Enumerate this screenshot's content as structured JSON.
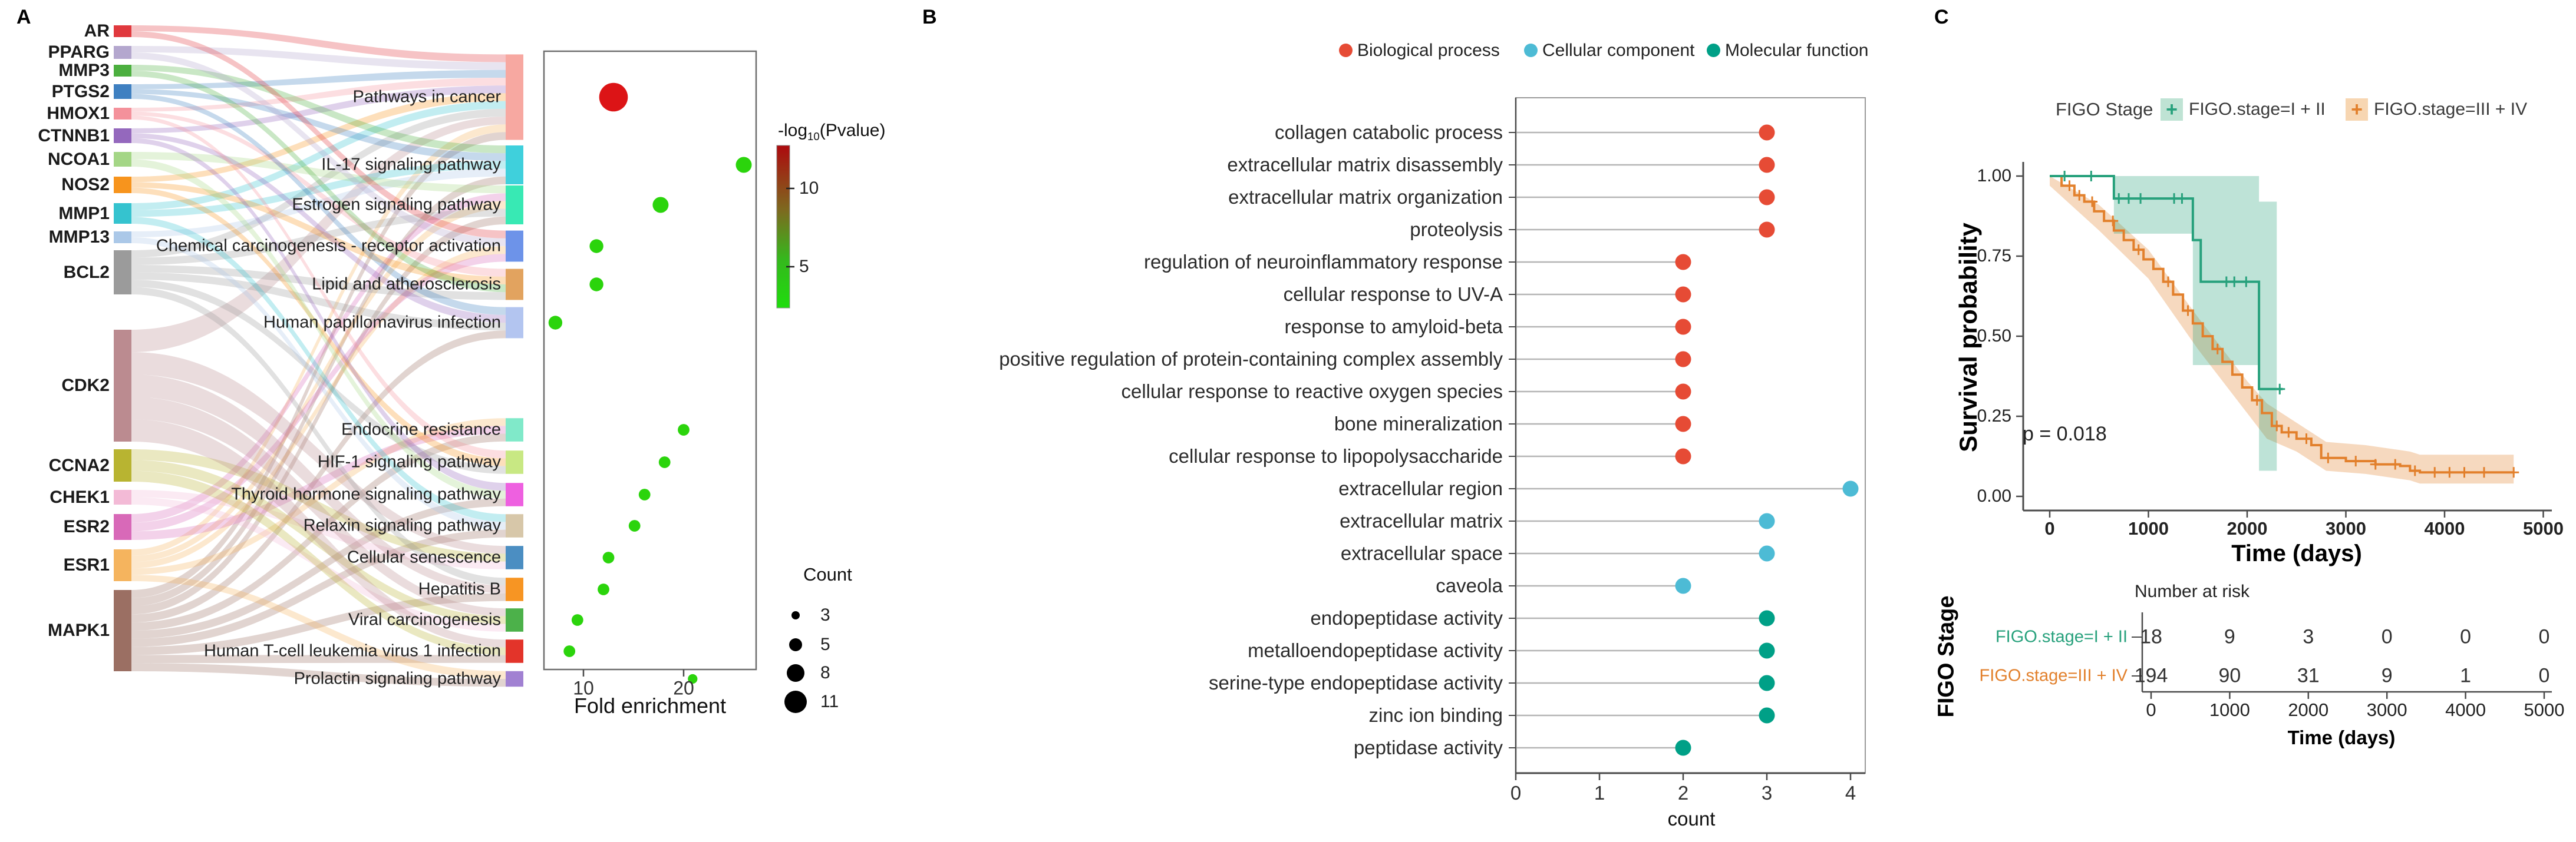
{
  "panelA": {
    "label": "A",
    "genes": [
      {
        "name": "AR",
        "color": "#e0393e"
      },
      {
        "name": "PPARG",
        "color": "#b4a7ce"
      },
      {
        "name": "MMP3",
        "color": "#4caf3f"
      },
      {
        "name": "PTGS2",
        "color": "#3f80c1"
      },
      {
        "name": "HMOX1",
        "color": "#f4919b"
      },
      {
        "name": "CTNNB1",
        "color": "#9468bd"
      },
      {
        "name": "NCOA1",
        "color": "#a4d686"
      },
      {
        "name": "NOS2",
        "color": "#f7941d"
      },
      {
        "name": "MMP1",
        "color": "#35c3cf"
      },
      {
        "name": "MMP13",
        "color": "#abc8e8"
      },
      {
        "name": "BCL2",
        "color": "#9b9b9b"
      },
      {
        "name": "CDK2",
        "color": "#bb8b90"
      },
      {
        "name": "CCNA2",
        "color": "#b8b431"
      },
      {
        "name": "CHEK1",
        "color": "#f3bad6"
      },
      {
        "name": "ESR2",
        "color": "#d869b8"
      },
      {
        "name": "ESR1",
        "color": "#f5b45e"
      },
      {
        "name": "MAPK1",
        "color": "#9b6f63"
      }
    ],
    "links": [
      [
        0,
        0
      ],
      [
        1,
        0
      ],
      [
        3,
        0
      ],
      [
        4,
        0
      ],
      [
        5,
        0
      ],
      [
        7,
        0
      ],
      [
        8,
        0
      ],
      [
        10,
        0
      ],
      [
        11,
        0
      ],
      [
        15,
        0
      ],
      [
        16,
        0
      ],
      [
        2,
        1
      ],
      [
        3,
        1
      ],
      [
        8,
        1
      ],
      [
        9,
        1
      ],
      [
        16,
        1
      ],
      [
        6,
        2
      ],
      [
        14,
        2
      ],
      [
        15,
        2
      ],
      [
        10,
        2
      ],
      [
        16,
        2
      ],
      [
        0,
        3
      ],
      [
        1,
        3
      ],
      [
        15,
        3
      ],
      [
        14,
        3
      ],
      [
        4,
        4
      ],
      [
        7,
        4
      ],
      [
        2,
        4
      ],
      [
        10,
        4
      ],
      [
        3,
        5
      ],
      [
        5,
        5
      ],
      [
        10,
        5
      ],
      [
        16,
        5
      ],
      [
        15,
        6
      ],
      [
        14,
        6
      ],
      [
        16,
        6
      ],
      [
        4,
        7
      ],
      [
        7,
        7
      ],
      [
        10,
        7
      ],
      [
        5,
        8
      ],
      [
        6,
        8
      ],
      [
        16,
        8
      ],
      [
        8,
        9
      ],
      [
        9,
        9
      ],
      [
        16,
        9
      ],
      [
        11,
        10
      ],
      [
        12,
        10
      ],
      [
        13,
        10
      ],
      [
        10,
        11
      ],
      [
        11,
        11
      ],
      [
        16,
        11
      ],
      [
        11,
        12
      ],
      [
        12,
        12
      ],
      [
        13,
        12
      ],
      [
        11,
        13
      ],
      [
        12,
        13
      ],
      [
        16,
        13
      ],
      [
        15,
        14
      ],
      [
        16,
        14
      ]
    ],
    "chart_data": {
      "type": "scatter",
      "title": "KEGG pathway enrichment",
      "xlabel": "Fold enrichment",
      "xticks": [
        10,
        20
      ],
      "rows": [
        {
          "name": "Pathways in cancer",
          "color": "#f7a8a1",
          "fold": 13.0,
          "count": 11,
          "neg_log10_pvalue": 12
        },
        {
          "name": "IL-17 signaling pathway",
          "color": "#3fd0dc",
          "fold": 26.0,
          "count": 5,
          "neg_log10_pvalue": 6
        },
        {
          "name": "Estrogen signaling pathway",
          "color": "#38e9b4",
          "fold": 17.7,
          "count": 5,
          "neg_log10_pvalue": 5
        },
        {
          "name": "Chemical carcinogenesis - receptor activation",
          "color": "#6d93e9",
          "fold": 11.3,
          "count": 4,
          "neg_log10_pvalue": 4
        },
        {
          "name": "Lipid and atherosclerosis",
          "color": "#e2a35f",
          "fold": 11.3,
          "count": 4,
          "neg_log10_pvalue": 4
        },
        {
          "name": "Human papillomavirus infection",
          "color": "#b3c5f0",
          "fold": 7.2,
          "count": 4,
          "neg_log10_pvalue": 3
        },
        {
          "name": "Endocrine resistance",
          "color": "#80e9c9",
          "fold": 20.0,
          "count": 3,
          "neg_log10_pvalue": 4
        },
        {
          "name": "HIF-1 signaling pathway",
          "color": "#c8e883",
          "fold": 18.1,
          "count": 3,
          "neg_log10_pvalue": 4
        },
        {
          "name": "Thyroid hormone signaling pathway",
          "color": "#ee60e0",
          "fold": 16.1,
          "count": 3,
          "neg_log10_pvalue": 3
        },
        {
          "name": "Relaxin signaling pathway",
          "color": "#d7c7a9",
          "fold": 15.1,
          "count": 3,
          "neg_log10_pvalue": 3
        },
        {
          "name": "Cellular senescence",
          "color": "#4b8ec2",
          "fold": 12.5,
          "count": 3,
          "neg_log10_pvalue": 3
        },
        {
          "name": "Hepatitis B",
          "color": "#f79523",
          "fold": 12.0,
          "count": 3,
          "neg_log10_pvalue": 3
        },
        {
          "name": "Viral carcinogenesis",
          "color": "#4cb14a",
          "fold": 9.4,
          "count": 3,
          "neg_log10_pvalue": 3
        },
        {
          "name": "Human T-cell leukemia virus 1 infection",
          "color": "#e3342a",
          "fold": 8.6,
          "count": 3,
          "neg_log10_pvalue": 3
        },
        {
          "name": "Prolactin signaling pathway",
          "color": "#a181d2",
          "fold": 20.9,
          "count": 2,
          "neg_log10_pvalue": 3
        }
      ]
    },
    "xlabel": "Fold enrichment",
    "color_legend": {
      "title_prefix": "-log",
      "title_sub": "10",
      "title_suffix": "(Pvalue)",
      "ticks": [
        10,
        5
      ]
    },
    "size_legend": {
      "title": "Count",
      "sizes": [
        3,
        5,
        8,
        11
      ]
    }
  },
  "panelB": {
    "label": "B",
    "legend": [
      {
        "label": "Biological process",
        "color": "#E64B35"
      },
      {
        "label": "Cellular component",
        "color": "#4DBBD5"
      },
      {
        "label": "Molecular function",
        "color": "#00A087"
      }
    ],
    "xlabel": "count",
    "chart_data": {
      "type": "scatter",
      "title": "GO enrichment lollipop chart",
      "xlabel": "count",
      "xticks": [
        0,
        1,
        2,
        3,
        4
      ],
      "xlim": [
        0,
        4.2
      ],
      "rows": [
        {
          "label": "collagen catabolic process",
          "category": "Biological process",
          "count": 3
        },
        {
          "label": "extracellular matrix disassembly",
          "category": "Biological process",
          "count": 3
        },
        {
          "label": "extracellular matrix organization",
          "category": "Biological process",
          "count": 3
        },
        {
          "label": "proteolysis",
          "category": "Biological process",
          "count": 3
        },
        {
          "label": "regulation of neuroinflammatory response",
          "category": "Biological process",
          "count": 2
        },
        {
          "label": "cellular response to UV-A",
          "category": "Biological process",
          "count": 2
        },
        {
          "label": "response to amyloid-beta",
          "category": "Biological process",
          "count": 2
        },
        {
          "label": "positive regulation of protein-containing complex assembly",
          "category": "Biological process",
          "count": 2
        },
        {
          "label": "cellular response to reactive oxygen species",
          "category": "Biological process",
          "count": 2
        },
        {
          "label": "bone mineralization",
          "category": "Biological process",
          "count": 2
        },
        {
          "label": "cellular response to lipopolysaccharide",
          "category": "Biological process",
          "count": 2
        },
        {
          "label": "extracellular region",
          "category": "Cellular component",
          "count": 4
        },
        {
          "label": "extracellular matrix",
          "category": "Cellular component",
          "count": 3
        },
        {
          "label": "extracellular space",
          "category": "Cellular component",
          "count": 3
        },
        {
          "label": "caveola",
          "category": "Cellular component",
          "count": 2
        },
        {
          "label": "endopeptidase activity",
          "category": "Molecular function",
          "count": 3
        },
        {
          "label": "metalloendopeptidase activity",
          "category": "Molecular function",
          "count": 3
        },
        {
          "label": "serine-type endopeptidase activity",
          "category": "Molecular function",
          "count": 3
        },
        {
          "label": "zinc ion binding",
          "category": "Molecular function",
          "count": 3
        },
        {
          "label": "peptidase activity",
          "category": "Molecular function",
          "count": 2
        }
      ]
    }
  },
  "panelC": {
    "label": "C",
    "legend_title": "FIGO Stage",
    "groups": [
      {
        "label": "FIGO.stage=I + II",
        "color": "#27a17c",
        "band": "#bfe3d4"
      },
      {
        "label": "FIGO.stage=III + IV",
        "color": "#e2802c",
        "band": "#f7d6b2"
      }
    ],
    "ylabel": "Survival probability",
    "xlabel": "Time (days)",
    "pvalue": "p = 0.018",
    "yticks": [
      "0.00",
      "0.25",
      "0.50",
      "0.75",
      "1.00"
    ],
    "xticks": [
      0,
      1000,
      2000,
      3000,
      4000,
      5000
    ],
    "chart_data": {
      "type": "line",
      "title": "Kaplan-Meier survival by FIGO stage",
      "xlabel": "Time (days)",
      "ylabel": "Survival probability",
      "xlim": [
        0,
        5000
      ],
      "ylim": [
        0,
        1
      ],
      "series": [
        {
          "name": "FIGO.stage=I + II",
          "steps": [
            [
              0,
              1.0
            ],
            [
              650,
              0.93
            ],
            [
              1450,
              0.8
            ],
            [
              1530,
              0.67
            ],
            [
              2120,
              0.335
            ]
          ],
          "end": 2360,
          "censors": [
            [
              150,
              1.0
            ],
            [
              420,
              1.0
            ],
            [
              700,
              0.93
            ],
            [
              800,
              0.93
            ],
            [
              920,
              0.93
            ],
            [
              1260,
              0.93
            ],
            [
              1340,
              0.93
            ],
            [
              1790,
              0.67
            ],
            [
              1870,
              0.67
            ],
            [
              1990,
              0.67
            ],
            [
              2330,
              0.335
            ]
          ],
          "ci": [
            [
              650,
              1.0,
              0.82
            ],
            [
              1450,
              1.0,
              0.82
            ],
            [
              1450,
              1.0,
              0.41
            ],
            [
              2120,
              1.0,
              0.41
            ],
            [
              2120,
              0.92,
              0.08
            ],
            [
              2300,
              0.92,
              0.08
            ]
          ]
        },
        {
          "name": "FIGO.stage=III + IV",
          "steps": [
            [
              0,
              1.0
            ],
            [
              120,
              0.97
            ],
            [
              250,
              0.94
            ],
            [
              350,
              0.92
            ],
            [
              450,
              0.89
            ],
            [
              550,
              0.86
            ],
            [
              650,
              0.83
            ],
            [
              750,
              0.8
            ],
            [
              850,
              0.77
            ],
            [
              950,
              0.74
            ],
            [
              1050,
              0.71
            ],
            [
              1150,
              0.67
            ],
            [
              1250,
              0.63
            ],
            [
              1350,
              0.58
            ],
            [
              1450,
              0.54
            ],
            [
              1550,
              0.5
            ],
            [
              1650,
              0.46
            ],
            [
              1750,
              0.42
            ],
            [
              1850,
              0.38
            ],
            [
              1950,
              0.34
            ],
            [
              2050,
              0.3
            ],
            [
              2150,
              0.26
            ],
            [
              2250,
              0.22
            ],
            [
              2350,
              0.2
            ],
            [
              2500,
              0.18
            ],
            [
              2650,
              0.16
            ],
            [
              2750,
              0.12
            ],
            [
              3000,
              0.11
            ],
            [
              3300,
              0.1
            ],
            [
              3550,
              0.095
            ],
            [
              3650,
              0.08
            ],
            [
              3750,
              0.075
            ]
          ],
          "end": 4700,
          "censor_times": [
            200,
            300,
            430,
            640,
            900,
            1200,
            1400,
            1700,
            2100,
            2300,
            2420,
            2600,
            2820,
            3100,
            3300,
            3500,
            3700,
            3900,
            4050,
            4200,
            4400,
            4700
          ],
          "ci": [
            [
              0,
              1.0,
              0.97
            ],
            [
              500,
              0.91,
              0.83
            ],
            [
              1000,
              0.77,
              0.68
            ],
            [
              1500,
              0.56,
              0.46
            ],
            [
              2000,
              0.36,
              0.26
            ],
            [
              2200,
              0.29,
              0.18
            ],
            [
              2500,
              0.23,
              0.14
            ],
            [
              2800,
              0.17,
              0.08
            ],
            [
              3200,
              0.16,
              0.07
            ],
            [
              3650,
              0.14,
              0.05
            ],
            [
              3750,
              0.13,
              0.04
            ],
            [
              4700,
              0.13,
              0.04
            ]
          ]
        }
      ]
    },
    "risk_table": {
      "title": "Number at risk",
      "axis_label": "FIGO Stage",
      "xlabel": "Time (days)",
      "xticks": [
        0,
        1000,
        2000,
        3000,
        4000,
        5000
      ],
      "rows": [
        {
          "label": "FIGO.stage=I + II",
          "counts": [
            18,
            9,
            3,
            0,
            0,
            0
          ]
        },
        {
          "label": "FIGO.stage=III + IV",
          "counts": [
            194,
            90,
            31,
            9,
            1,
            0
          ]
        }
      ]
    }
  }
}
